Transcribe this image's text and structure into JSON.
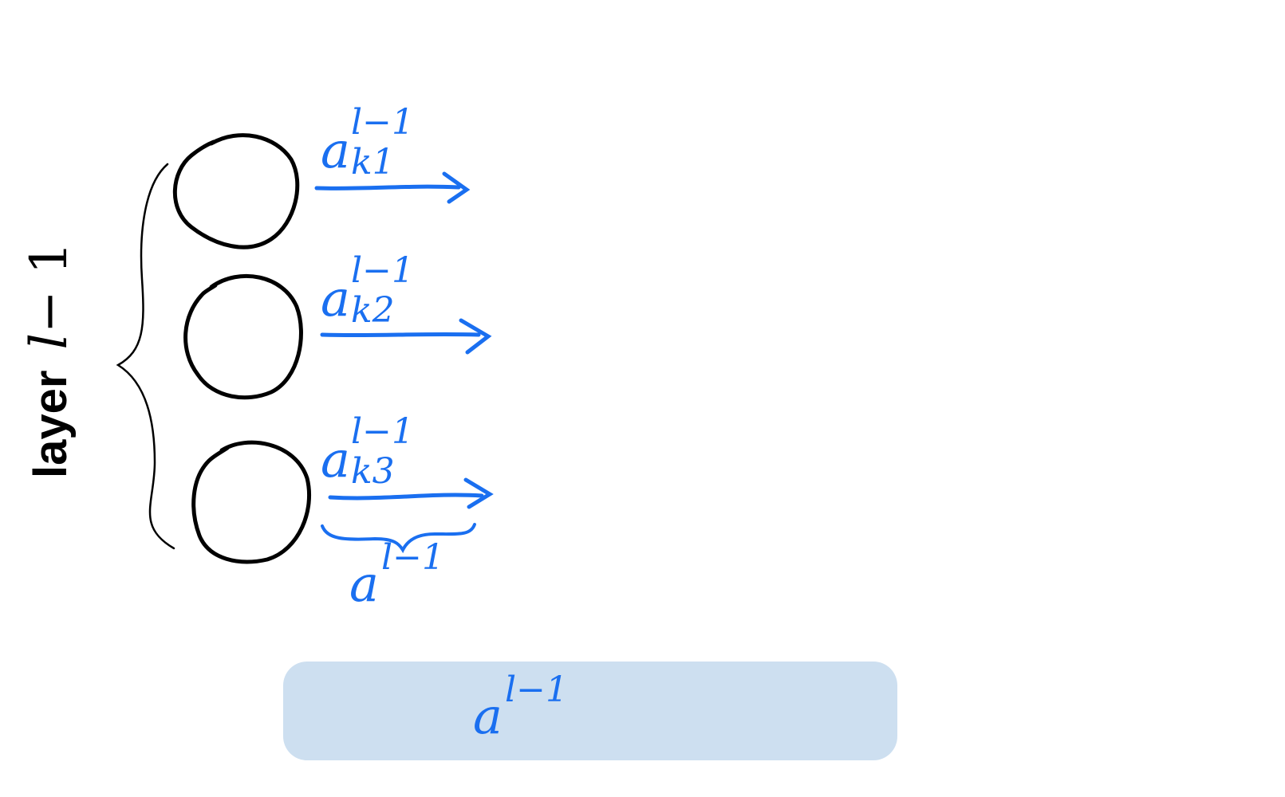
{
  "layer_label": {
    "word": "layer",
    "variable": "l",
    "rest": "− 1"
  },
  "neurons": [
    {
      "activation_base": "a",
      "activation_sup": "l−1",
      "activation_sub": "k1"
    },
    {
      "activation_base": "a",
      "activation_sup": "l−1",
      "activation_sub": "k2"
    },
    {
      "activation_base": "a",
      "activation_sup": "l−1",
      "activation_sub": "k3"
    }
  ],
  "group_label": {
    "base": "a",
    "sup": "l−1"
  },
  "vector_box": {
    "base": "a",
    "sup": "l−1"
  },
  "colors": {
    "ink": "#000000",
    "accent_blue": "#1a6ff0",
    "box_fill": "#cddff0"
  }
}
